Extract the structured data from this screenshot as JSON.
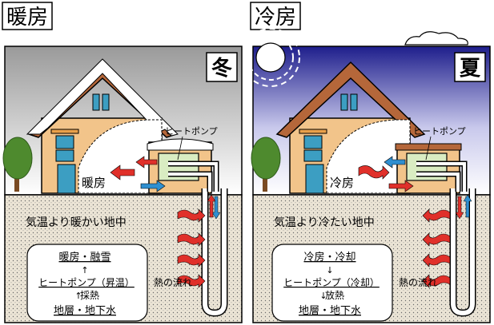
{
  "heating": {
    "title": "暖房",
    "season": "冬",
    "heat_pump_label": "ヒートポンプ",
    "room_label": "暖房",
    "ground_label": "気温より暖かい地中",
    "heat_flow_label": "熱の流れ",
    "flow": {
      "top": "暖房・融雪",
      "arrow1": "↑",
      "middle": "ヒートポンプ（昇温）",
      "arrow2": "↑",
      "process": "採熱",
      "bottom": "地層・地下水"
    },
    "colors": {
      "sky_top": "#9a9a9a",
      "sky_bottom": "#ffffff"
    }
  },
  "cooling": {
    "title": "冷房",
    "season": "夏",
    "heat_pump_label": "ヒートポンプ",
    "room_label": "冷房",
    "ground_label": "気温より冷たい地中",
    "heat_flow_label": "熱の流れ",
    "flow": {
      "top": "冷房・冷却",
      "arrow1": "↓",
      "middle": "ヒートポンプ（冷却）",
      "arrow2": "↓",
      "process": "放熱",
      "bottom": "地層・地下水"
    },
    "colors": {
      "sky_top": "#1e1e8c",
      "sky_bottom": "#ffffff"
    }
  },
  "colors": {
    "wall": "#f2c48a",
    "roof": "#b5673a",
    "snow": "#ffffff",
    "window": "#3c9ec2",
    "tree": "#4e8a2e",
    "ground": "#ece5d6",
    "hot_arrow": "#e0302a",
    "cold_arrow": "#2f8fd0",
    "heat_pump_box": "#d9ecc2"
  }
}
